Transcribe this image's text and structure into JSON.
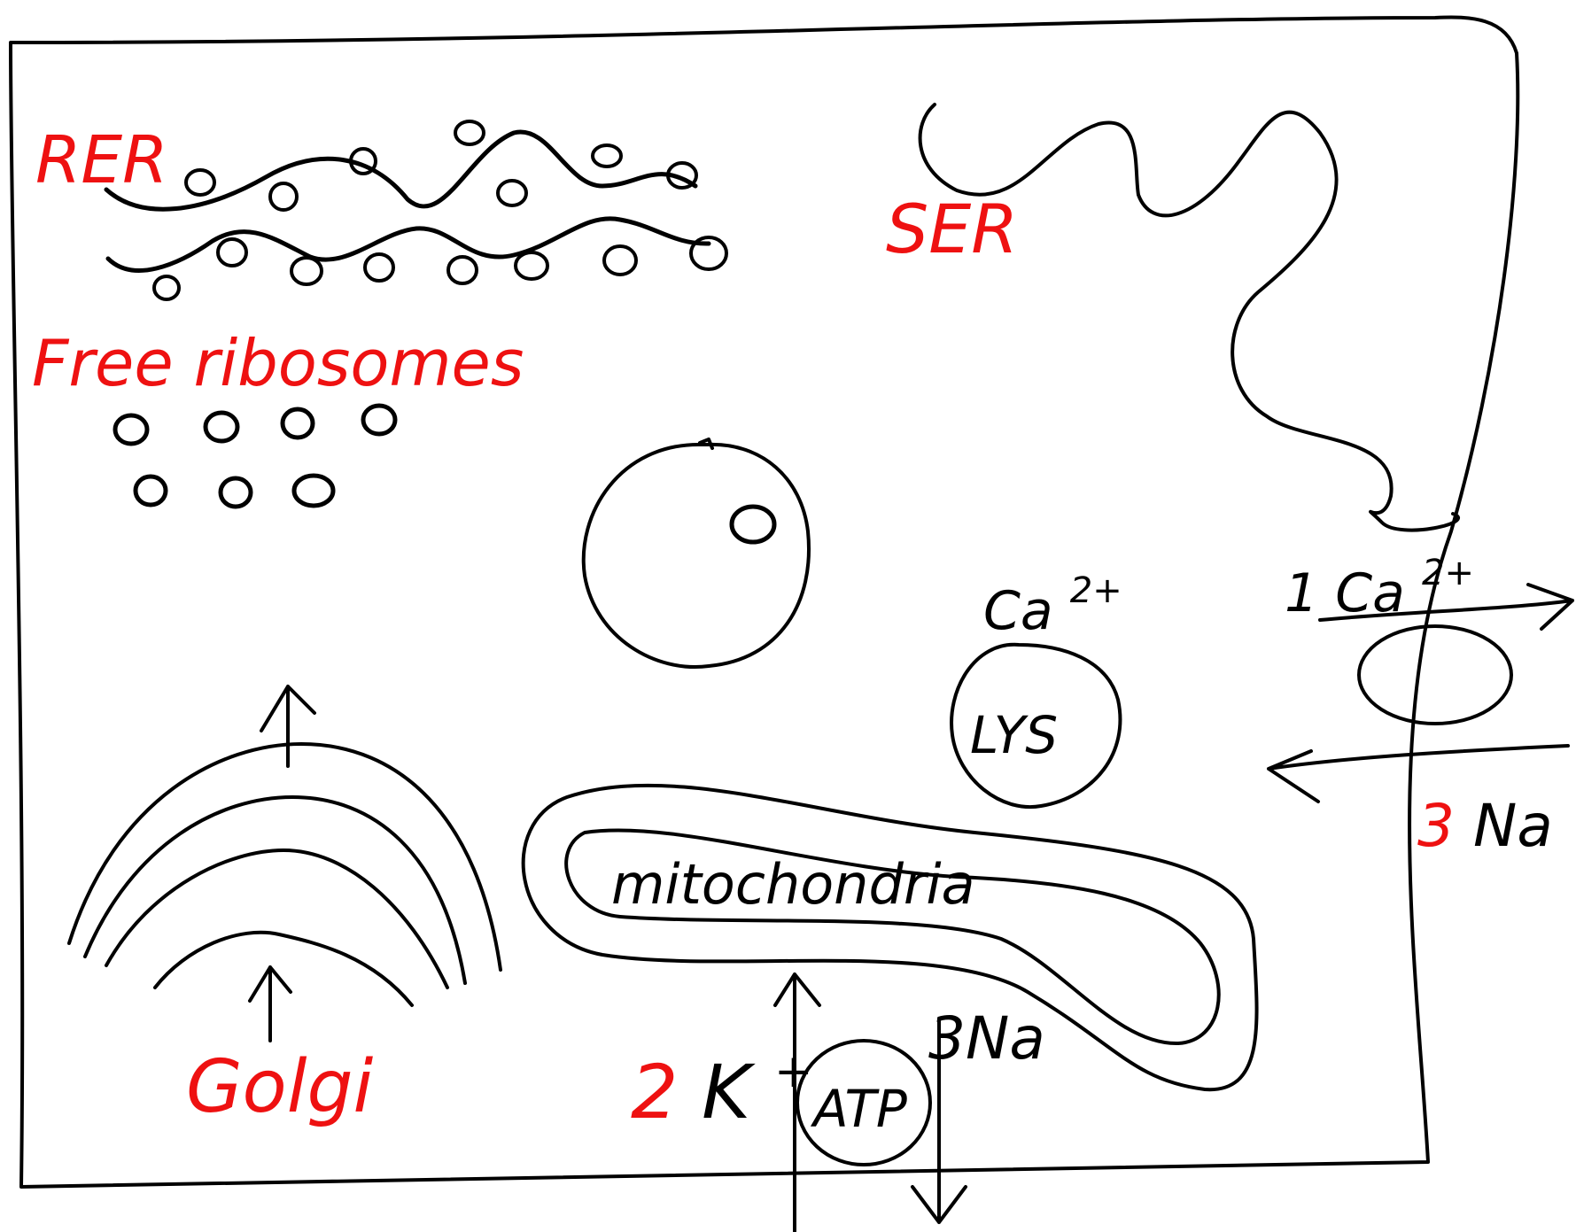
{
  "colors": {
    "ink": "#000000",
    "accent": "#ee1111",
    "background": "#ffffff"
  },
  "labels": {
    "rer": "RER",
    "ser": "SER",
    "free_ribosomes": "Free ribosomes",
    "golgi": "Golgi",
    "lysosome": "LYS",
    "mitochondria": "mitochondria",
    "atp": "ATP",
    "calcium_lysosome": "Ca",
    "calcium_lysosome_charge": "2+",
    "calcium_pump_count": "1",
    "calcium_pump_ion": "Ca",
    "calcium_pump_charge": "2+",
    "sodium_exchanger_count": "3",
    "sodium_exchanger_ion": "Na",
    "potassium_count": "2",
    "potassium_ion": "K",
    "potassium_charge": "+",
    "pump_sodium": "3Na"
  }
}
